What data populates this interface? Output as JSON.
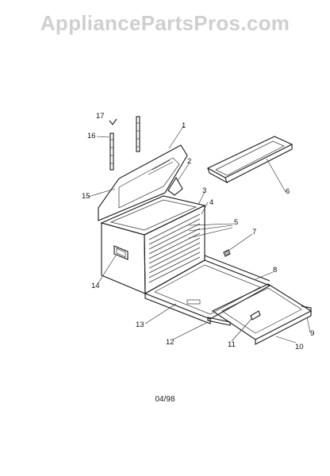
{
  "watermark": "AppliancePartsPros.com",
  "date_code": "04/98",
  "callouts": {
    "p1": "1",
    "p2": "2",
    "p3": "3",
    "p4": "4",
    "p5": "5",
    "p6": "6",
    "p7": "7",
    "p8": "8",
    "p9": "9",
    "p10": "10",
    "p11": "11",
    "p12": "12",
    "p13": "13",
    "p14": "14",
    "p15": "15",
    "p16": "16",
    "p17": "17"
  }
}
